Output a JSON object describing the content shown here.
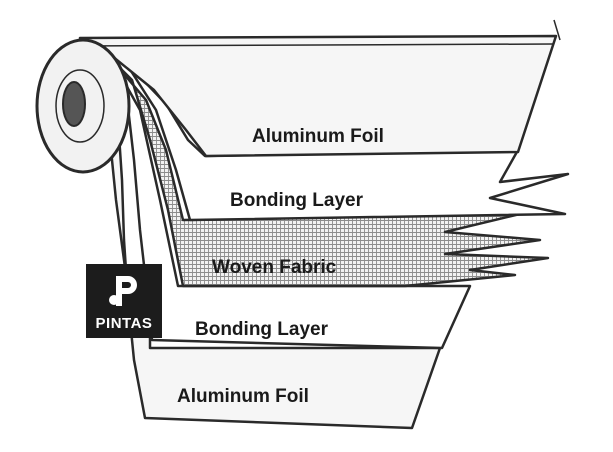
{
  "layers": [
    {
      "id": "foil-top",
      "label": "Aluminum Foil"
    },
    {
      "id": "bond-top",
      "label": "Bonding Layer"
    },
    {
      "id": "fabric",
      "label": "Woven Fabric"
    },
    {
      "id": "bond-bottom",
      "label": "Bonding Layer"
    },
    {
      "id": "foil-bottom",
      "label": "Aluminum Foil"
    }
  ],
  "logo": {
    "text": "PINTAS",
    "icon": "pintas-logo-icon"
  },
  "colors": {
    "outline": "#2a2a2a",
    "fill": "#f4f4f4",
    "mesh": "#8c8c8c",
    "logo_bg": "#1c1c1c"
  }
}
